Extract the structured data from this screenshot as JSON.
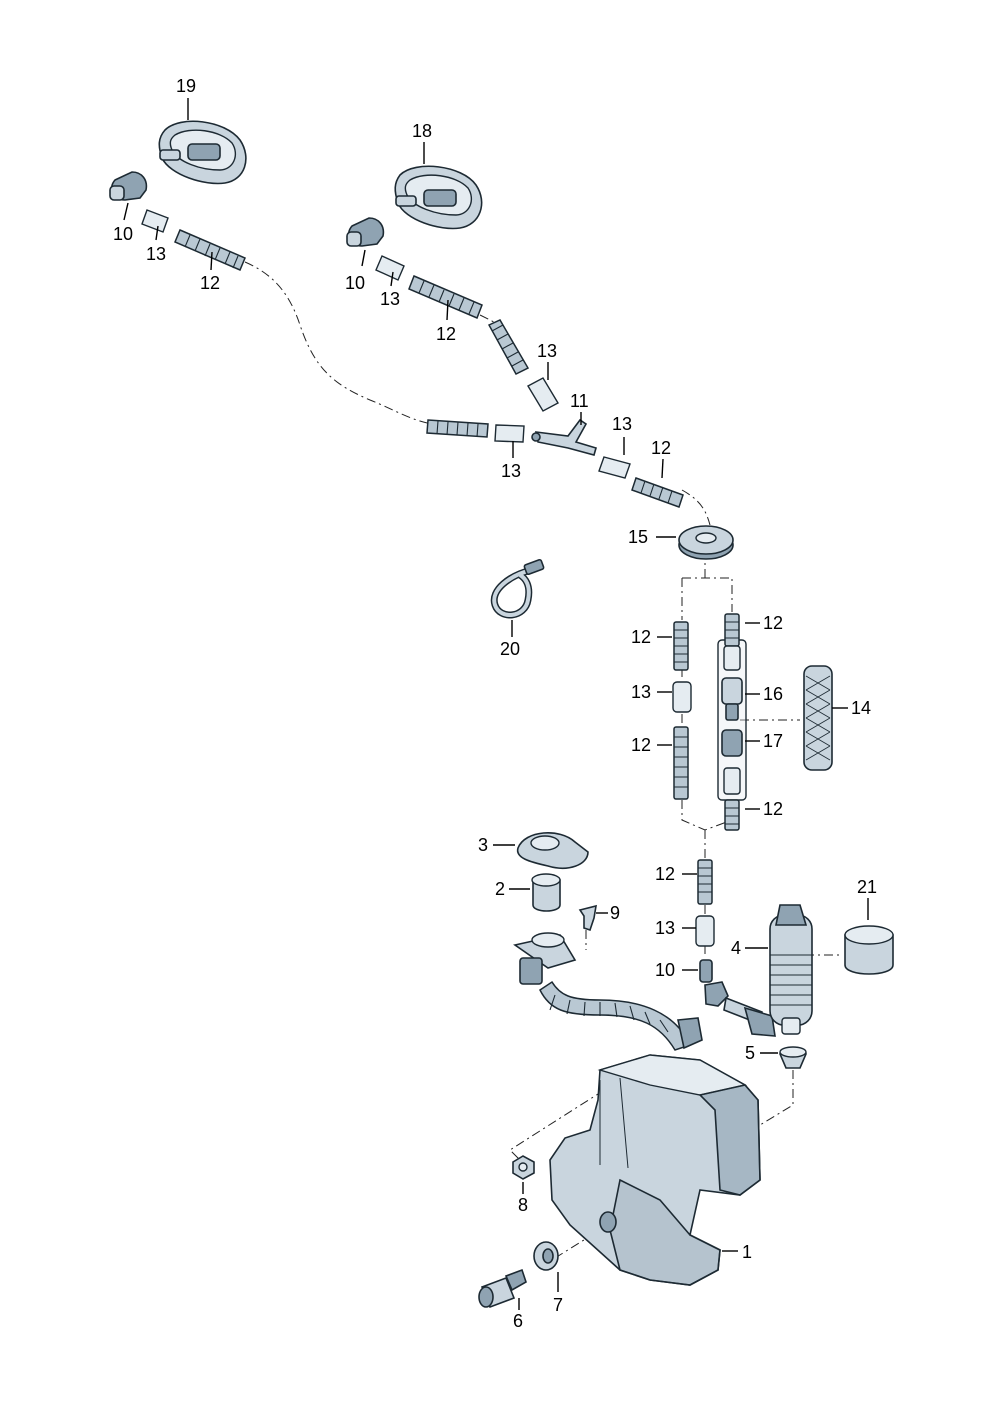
{
  "diagram": {
    "callouts": {
      "c1": "1",
      "c2": "2",
      "c3": "3",
      "c4": "4",
      "c5": "5",
      "c6": "6",
      "c7": "7",
      "c8": "8",
      "c9": "9",
      "c10a": "10",
      "c10b": "10",
      "c10c": "10",
      "c11": "11",
      "c12a": "12",
      "c12b": "12",
      "c12c": "12",
      "c12d": "12",
      "c12e": "12",
      "c12f": "12",
      "c12g": "12",
      "c12h": "12",
      "c13a": "13",
      "c13b": "13",
      "c13c": "13",
      "c13d": "13",
      "c13e": "13",
      "c13f": "13",
      "c13g": "13",
      "c14": "14",
      "c15": "15",
      "c16": "16",
      "c17": "17",
      "c18": "18",
      "c19": "19",
      "c20": "20",
      "c21": "21"
    }
  }
}
